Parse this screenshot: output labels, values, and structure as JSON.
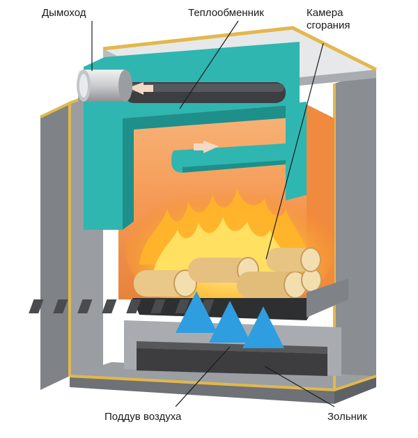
{
  "labels": {
    "chimney": "Дымоход",
    "heat_exchanger": "Теплообменник",
    "combustion_chamber_line1": "Камера",
    "combustion_chamber_line2": "сгорания",
    "air_supply": "Поддув воздуха",
    "ash_pan": "Зольник"
  },
  "colors": {
    "steel": "#8c8f93",
    "steel_dark": "#5e6166",
    "steel_light": "#b9bcc0",
    "gold_trim": "#e2b84c",
    "insulation_teal": "#2fb6b0",
    "chamber_orange": "#f29a4e",
    "fire_yellow": "#ffd23a",
    "ash_pan": "#3b3b3d",
    "air_arrow": "#2e9ee0"
  }
}
